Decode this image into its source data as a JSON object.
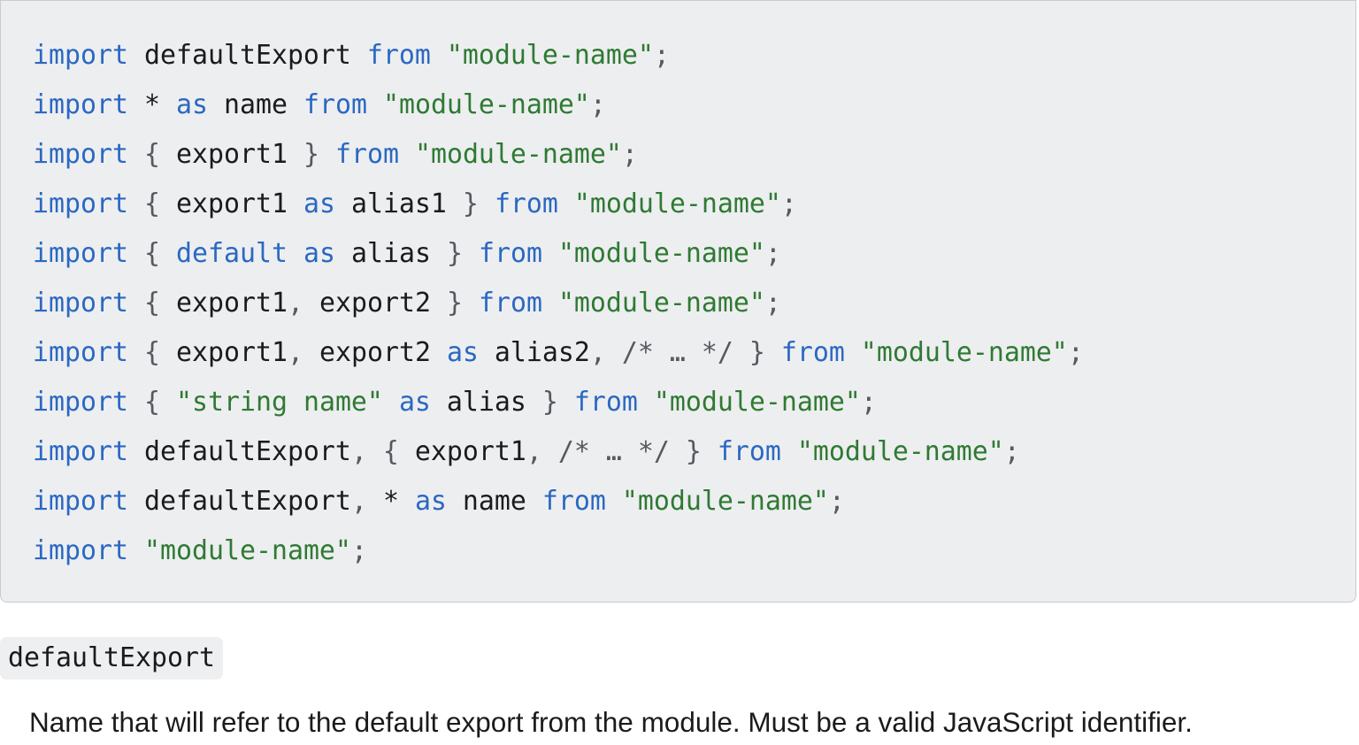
{
  "code_lines": [
    [
      [
        "k",
        "import"
      ],
      [
        "p",
        " defaultExport "
      ],
      [
        "k",
        "from"
      ],
      [
        "p",
        " "
      ],
      [
        "s",
        "\"module-name\""
      ],
      [
        "c",
        ";"
      ]
    ],
    [
      [
        "k",
        "import"
      ],
      [
        "p",
        " * "
      ],
      [
        "k",
        "as"
      ],
      [
        "p",
        " name "
      ],
      [
        "k",
        "from"
      ],
      [
        "p",
        " "
      ],
      [
        "s",
        "\"module-name\""
      ],
      [
        "c",
        ";"
      ]
    ],
    [
      [
        "k",
        "import"
      ],
      [
        "c",
        " { "
      ],
      [
        "p",
        "export1"
      ],
      [
        "c",
        " } "
      ],
      [
        "k",
        "from"
      ],
      [
        "p",
        " "
      ],
      [
        "s",
        "\"module-name\""
      ],
      [
        "c",
        ";"
      ]
    ],
    [
      [
        "k",
        "import"
      ],
      [
        "c",
        " { "
      ],
      [
        "p",
        "export1 "
      ],
      [
        "k",
        "as"
      ],
      [
        "p",
        " alias1"
      ],
      [
        "c",
        " } "
      ],
      [
        "k",
        "from"
      ],
      [
        "p",
        " "
      ],
      [
        "s",
        "\"module-name\""
      ],
      [
        "c",
        ";"
      ]
    ],
    [
      [
        "k",
        "import"
      ],
      [
        "c",
        " { "
      ],
      [
        "k",
        "default"
      ],
      [
        "p",
        " "
      ],
      [
        "k",
        "as"
      ],
      [
        "p",
        " alias"
      ],
      [
        "c",
        " } "
      ],
      [
        "k",
        "from"
      ],
      [
        "p",
        " "
      ],
      [
        "s",
        "\"module-name\""
      ],
      [
        "c",
        ";"
      ]
    ],
    [
      [
        "k",
        "import"
      ],
      [
        "c",
        " { "
      ],
      [
        "p",
        "export1"
      ],
      [
        "c",
        ", "
      ],
      [
        "p",
        "export2"
      ],
      [
        "c",
        " } "
      ],
      [
        "k",
        "from"
      ],
      [
        "p",
        " "
      ],
      [
        "s",
        "\"module-name\""
      ],
      [
        "c",
        ";"
      ]
    ],
    [
      [
        "k",
        "import"
      ],
      [
        "c",
        " { "
      ],
      [
        "p",
        "export1"
      ],
      [
        "c",
        ", "
      ],
      [
        "p",
        "export2 "
      ],
      [
        "k",
        "as"
      ],
      [
        "p",
        " alias2"
      ],
      [
        "c",
        ", /* … */ } "
      ],
      [
        "k",
        "from"
      ],
      [
        "p",
        " "
      ],
      [
        "s",
        "\"module-name\""
      ],
      [
        "c",
        ";"
      ]
    ],
    [
      [
        "k",
        "import"
      ],
      [
        "c",
        " { "
      ],
      [
        "s",
        "\"string name\""
      ],
      [
        "p",
        " "
      ],
      [
        "k",
        "as"
      ],
      [
        "p",
        " alias"
      ],
      [
        "c",
        " } "
      ],
      [
        "k",
        "from"
      ],
      [
        "p",
        " "
      ],
      [
        "s",
        "\"module-name\""
      ],
      [
        "c",
        ";"
      ]
    ],
    [
      [
        "k",
        "import"
      ],
      [
        "p",
        " defaultExport"
      ],
      [
        "c",
        ", { "
      ],
      [
        "p",
        "export1"
      ],
      [
        "c",
        ", /* … */ } "
      ],
      [
        "k",
        "from"
      ],
      [
        "p",
        " "
      ],
      [
        "s",
        "\"module-name\""
      ],
      [
        "c",
        ";"
      ]
    ],
    [
      [
        "k",
        "import"
      ],
      [
        "p",
        " defaultExport"
      ],
      [
        "c",
        ", "
      ],
      [
        "p",
        "* "
      ],
      [
        "k",
        "as"
      ],
      [
        "p",
        " name "
      ],
      [
        "k",
        "from"
      ],
      [
        "p",
        " "
      ],
      [
        "s",
        "\"module-name\""
      ],
      [
        "c",
        ";"
      ]
    ],
    [
      [
        "k",
        "import"
      ],
      [
        "p",
        " "
      ],
      [
        "s",
        "\"module-name\""
      ],
      [
        "c",
        ";"
      ]
    ]
  ],
  "term": "defaultExport",
  "description": "Name that will refer to the default export from the module. Must be a valid JavaScript identifier.",
  "colors": {
    "keyword": "#2b68c2",
    "string": "#2f7a33",
    "code_bg": "#edeef0"
  }
}
